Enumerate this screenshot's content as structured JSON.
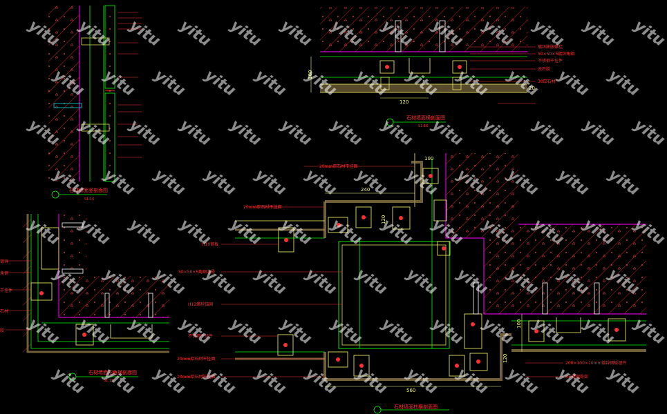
{
  "drawing": {
    "watermark": "yitu",
    "colors": {
      "background": "#000000",
      "wall_hatch": "#ff2a2a",
      "outline_green": "#00ff00",
      "dimension": "#ffff66",
      "magenta": "#ff00ff",
      "annotation": "#ff3030",
      "fill_tan": "#a08850",
      "cyan_pad": "#00ffff"
    },
    "top_left": {
      "title": "石材墙面竖剖面图",
      "scale": "S1:16"
    },
    "top_right": {
      "title": "石材墙面横剖面图",
      "scale": "S1:16",
      "dims": {
        "d1": "100",
        "d2": "120",
        "d3": "20"
      },
      "labels": [
        "镀锌膨胀螺栓",
        "50×50×5镀锌角钢",
        "不锈钢干挂件",
        "云石胶",
        "30厚石材"
      ]
    },
    "bottom_left": {
      "title": "石材墙面阳角横剖面图",
      "scale": "S1:16",
      "labels": [
        "镀锌",
        "角钢",
        "干挂件",
        "石材",
        "胶"
      ]
    },
    "bottom_right": {
      "title": "石材墙面柱横剖面图",
      "scale": "S1:16",
      "dims": {
        "w_top": "240",
        "w_side": "100",
        "h_mid": "120",
        "w_bot": "560",
        "h_r": "100",
        "h_r2": "120"
      },
      "labels_left": [
        "20mm厚石材干挂面",
        "20mm厚石材干挂面",
        "H10钢板",
        "50×50×5角钢龙骨",
        "H12螺栓锚固",
        "不锈钢干挂件",
        "20mm厚石材干挂面",
        "20mm厚石材干挂面"
      ],
      "labels_right": [
        "200×100×10mm镀锌钢板埋件",
        "8#槽钢骨架"
      ]
    }
  }
}
